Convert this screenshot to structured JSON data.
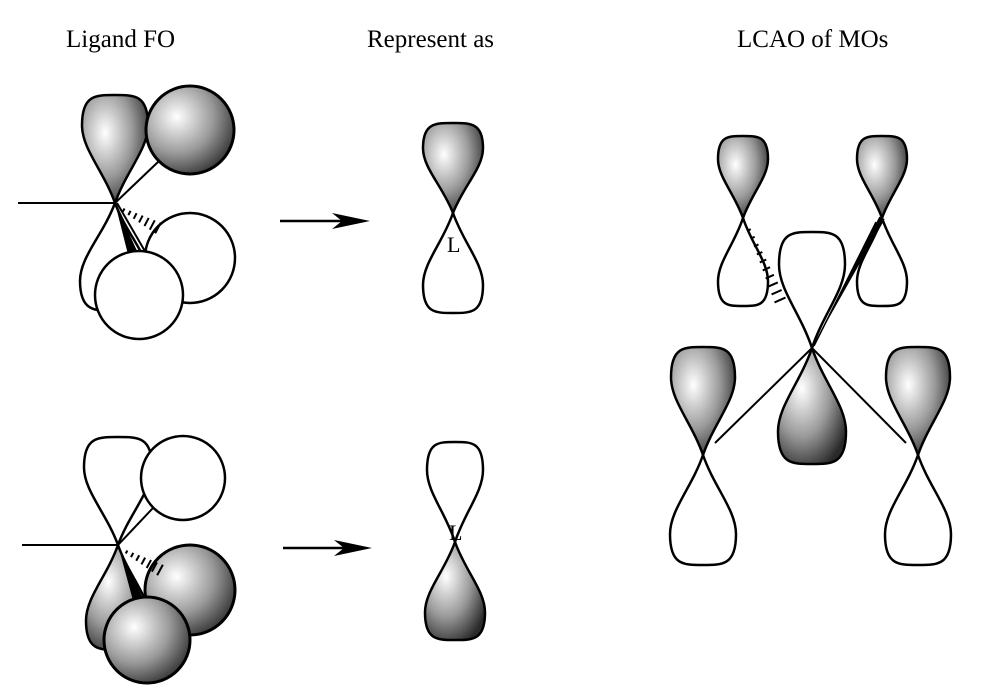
{
  "titles": {
    "ligand_fo": "Ligand FO",
    "represent_as": "Represent as",
    "lcao": "LCAO of MOs"
  },
  "labels": {
    "ligand_top": "L",
    "ligand_bottom": "L"
  },
  "colors": {
    "stroke": "#000000",
    "shade_light": "#ffffff",
    "shade_mid": "#9a9a9a",
    "shade_dark": "#2a2a2a"
  }
}
